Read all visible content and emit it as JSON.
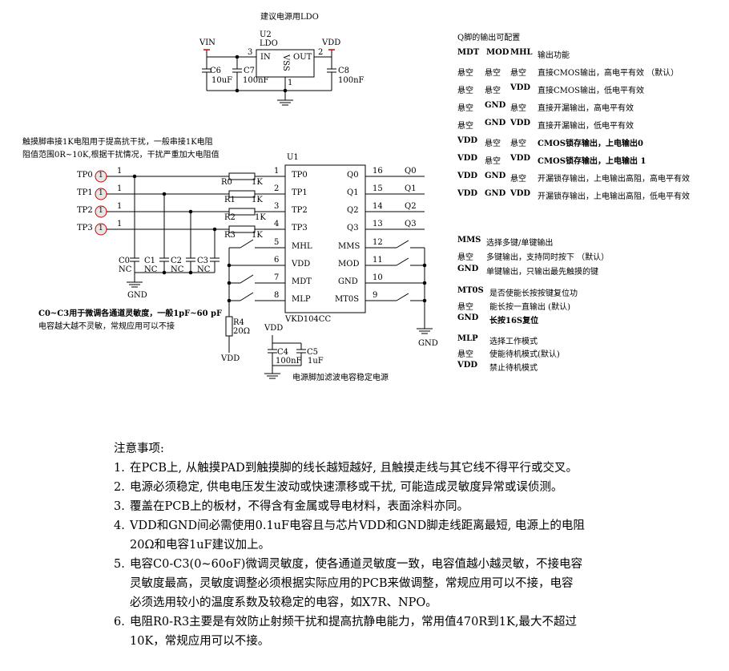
{
  "ldo": {
    "title": "建议电源用LDO",
    "ref": "U2",
    "type": "LDO",
    "pin_in": "IN",
    "pin_out": "OUT",
    "pin_vss": "VSS",
    "pin_num_in": "3",
    "pin_num_out": "2",
    "pin_num_gnd": "1",
    "vin": "VIN",
    "vdd": "VDD",
    "c6": "C6",
    "c6_val": "10uF",
    "c7": "C7",
    "c7_val": "100nF",
    "c8": "C8",
    "c8_val": "100nF"
  },
  "touch_note": {
    "line1": "触摸脚串接1K电阻用于提高抗干扰，一般串接1K电阻",
    "line2": "阻值范围0R~10K,根据干扰情况，干扰严重加大电阻值"
  },
  "chip": {
    "ref": "U1",
    "part": "VKD104CC",
    "left_pins": [
      {
        "num": "1",
        "name": "TP0"
      },
      {
        "num": "2",
        "name": "TP1"
      },
      {
        "num": "3",
        "name": "TP2"
      },
      {
        "num": "4",
        "name": "TP3"
      },
      {
        "num": "5",
        "name": "MHL"
      },
      {
        "num": "6",
        "name": "VDD"
      },
      {
        "num": "7",
        "name": "MDT"
      },
      {
        "num": "8",
        "name": "MLP"
      }
    ],
    "right_pins": [
      {
        "num": "16",
        "name": "Q0",
        "net": "Q0"
      },
      {
        "num": "15",
        "name": "Q1",
        "net": "Q1"
      },
      {
        "num": "14",
        "name": "Q2",
        "net": "Q2"
      },
      {
        "num": "13",
        "name": "Q3",
        "net": "Q3"
      },
      {
        "num": "12",
        "name": "MMS",
        "net": ""
      },
      {
        "num": "11",
        "name": "MOD",
        "net": ""
      },
      {
        "num": "10",
        "name": "GND",
        "net": ""
      },
      {
        "num": "9",
        "name": "MT0S",
        "net": ""
      }
    ]
  },
  "pads": [
    {
      "label": "TP0",
      "pin": "1"
    },
    {
      "label": "TP1",
      "pin": "1"
    },
    {
      "label": "TP2",
      "pin": "1"
    },
    {
      "label": "TP3",
      "pin": "1"
    }
  ],
  "resistors": [
    {
      "ref": "R0",
      "val": "1K"
    },
    {
      "ref": "R1",
      "val": "1K"
    },
    {
      "ref": "R2",
      "val": "1K"
    },
    {
      "ref": "R3",
      "val": "1K"
    }
  ],
  "caps": [
    {
      "ref": "C0",
      "val": "NC"
    },
    {
      "ref": "C1",
      "val": "NC"
    },
    {
      "ref": "C2",
      "val": "NC"
    },
    {
      "ref": "C3",
      "val": "NC"
    }
  ],
  "gnd": "GND",
  "vdd": "VDD",
  "cap_note": {
    "line1": "C0~C3用于微调各通道灵敏度，一般1pF~60 pF",
    "line2": "电容越大越不灵敏，常规应用可以不接"
  },
  "r4": {
    "ref": "R4",
    "val": "20Ω"
  },
  "filter": {
    "c4": "C4",
    "c4_val": "100nF",
    "c5": "C5",
    "c5_val": "1uF",
    "note": "电源脚加滤波电容稳定电源"
  },
  "q_table": {
    "title": "Q脚的输出可配置",
    "header": [
      "MDT",
      "MOD",
      "MHL",
      "输出功能"
    ],
    "rows": [
      [
        "悬空",
        "悬空",
        "悬空",
        "直接CMOS输出，高电平有效   （默认）"
      ],
      [
        "悬空",
        "悬空",
        "VDD",
        "直接CMOS输出，低电平有效"
      ],
      [
        "悬空",
        "GND",
        "悬空",
        "直接开漏输出，高电平有效"
      ],
      [
        "悬空",
        "GND",
        "VDD",
        "直接开漏输出，低电平有效"
      ],
      [
        "VDD",
        "悬空",
        "悬空",
        "CMOS锁存输出，上电输出0"
      ],
      [
        "VDD",
        "悬空",
        "VDD",
        "CMOS锁存输出，上电输出 1"
      ],
      [
        "VDD",
        "GND",
        "悬空",
        "开漏锁存输出，上电输出高阻，高电平有效"
      ],
      [
        "VDD",
        "GND",
        "VDD",
        "开漏锁存输出，上电输出高阻，低电平有效"
      ]
    ]
  },
  "mms": {
    "title": [
      "MMS",
      "选择多键/单键输出"
    ],
    "rows": [
      [
        "悬空",
        "多键输出，支持同时按下    （默认）"
      ],
      [
        "GND",
        "单键输出，只输出最先触摸的键"
      ]
    ]
  },
  "mtos": {
    "title": [
      "MT0S",
      "是否使能长按按键复位功"
    ],
    "rows": [
      [
        "悬空",
        "能长按一直输出   (默认)"
      ],
      [
        "GND",
        "长按16S复位"
      ]
    ]
  },
  "mlp": {
    "title": [
      "MLP",
      "选择工作模式"
    ],
    "rows": [
      [
        "悬空",
        "使能待机模式(默认)"
      ],
      [
        "VDD",
        "禁止待机模式"
      ]
    ]
  },
  "notes": {
    "title": "注意事项:",
    "items": [
      {
        "num": "1.",
        "lines": [
          "在PCB上, 从触摸PAD到触摸脚的线长越短越好, 且触摸走线与其它线不得平行或交叉。"
        ]
      },
      {
        "num": "2.",
        "lines": [
          "电源必须稳定, 供电电压发生波动或快速漂移或干扰, 可能造成灵敏度异常或误侦测。"
        ]
      },
      {
        "num": "3.",
        "lines": [
          "覆盖在PCB上的板材，不得含有金属或导电材料，表面涂料亦同。"
        ]
      },
      {
        "num": "4.",
        "lines": [
          "VDD和GND间必需使用0.1uF电容且与芯片VDD和GND脚走线距离最短, 电源上的电阻",
          "20Ω和电容1uF建议加上。"
        ]
      },
      {
        "num": "5.",
        "lines": [
          "电容C0-C3(0~60oF)微调灵敏度，使各通道灵敏度一致，电容值越小越灵敏，不接电容",
          "灵敏度最高，灵敏度调整必须根据实际应用的PCB来做调整，常规应用可以不接，电容",
          "必须选用较小的温度系数及较稳定的电容，如X7R、NPO。"
        ]
      },
      {
        "num": "6.",
        "lines": [
          "电阻R0-R3主要是有效防止射频干扰和提高抗静电能力，常用值470R到1K,最大不超过",
          "10K，常规应用可以不接。"
        ]
      }
    ]
  }
}
